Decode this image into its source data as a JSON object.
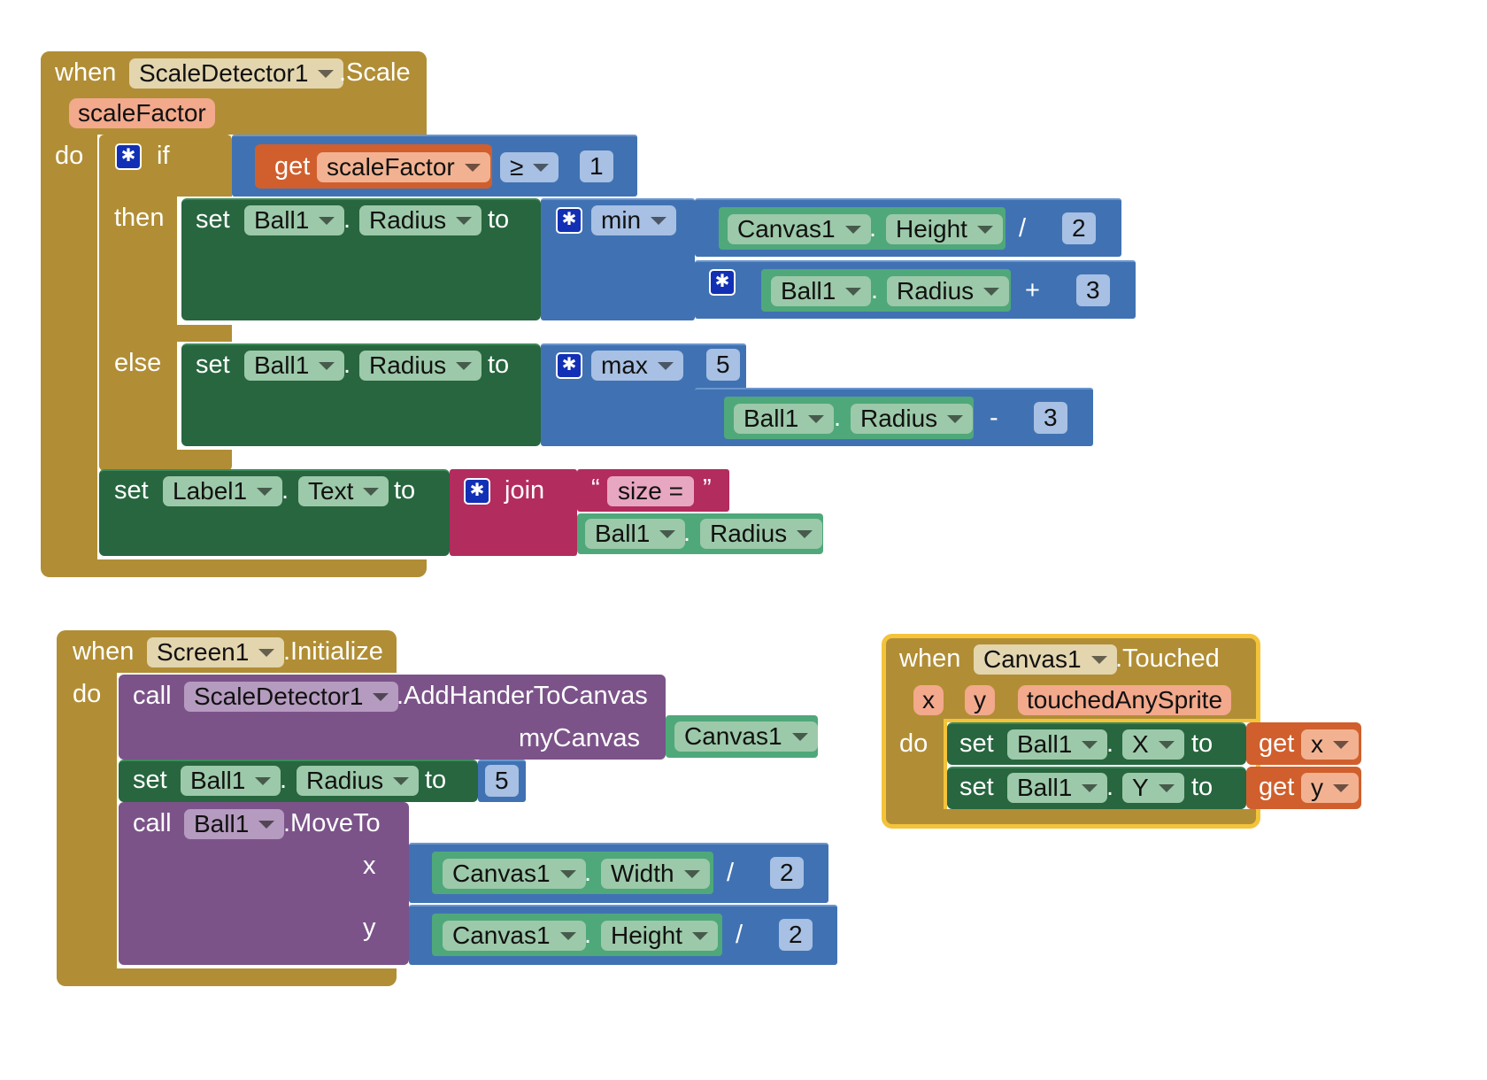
{
  "kw": {
    "when": "when",
    "do": "do",
    "if": "if",
    "then": "then",
    "else": "else",
    "set": "set",
    "to": "to",
    "get": "get",
    "call": "call",
    "min": "min",
    "max": "max",
    "join": "join",
    "dot": ".",
    "div": "/",
    "plus": "+",
    "minus": "-",
    "gte": "≥",
    "open_quote": "“",
    "close_quote": "”"
  },
  "scale_event": {
    "component": "ScaleDetector1",
    "event": ".Scale",
    "param": "scaleFactor",
    "cond": {
      "var": "scaleFactor",
      "value": "1"
    },
    "then": {
      "component": "Ball1",
      "prop": "Radius",
      "a": {
        "component": "Canvas1",
        "prop": "Height",
        "divisor": "2"
      },
      "b": {
        "component": "Ball1",
        "prop": "Radius",
        "addend": "3"
      }
    },
    "else": {
      "component": "Ball1",
      "prop": "Radius",
      "a": "5",
      "b": {
        "component": "Ball1",
        "prop": "Radius",
        "subtrahend": "3"
      }
    },
    "label_set": {
      "component": "Label1",
      "prop": "Text",
      "str": "size =",
      "b": {
        "component": "Ball1",
        "prop": "Radius"
      }
    }
  },
  "init_event": {
    "component": "Screen1",
    "event": ".Initialize",
    "call1": {
      "component": "ScaleDetector1",
      "method": ".AddHanderToCanvas",
      "arg_name": "myCanvas",
      "arg_value": "Canvas1"
    },
    "set": {
      "component": "Ball1",
      "prop": "Radius",
      "value": "5"
    },
    "call2": {
      "component": "Ball1",
      "method": ".MoveTo",
      "x_name": "x",
      "y_name": "y",
      "x": {
        "component": "Canvas1",
        "prop": "Width",
        "divisor": "2"
      },
      "y": {
        "component": "Canvas1",
        "prop": "Height",
        "divisor": "2"
      }
    }
  },
  "touch_event": {
    "component": "Canvas1",
    "event": ".Touched",
    "params": [
      "x",
      "y",
      "touchedAnySprite"
    ],
    "set1": {
      "component": "Ball1",
      "prop": "X",
      "var": "x"
    },
    "set2": {
      "component": "Ball1",
      "prop": "Y",
      "var": "y"
    }
  },
  "colors": {
    "event": "#B18E35",
    "component": "#27663F",
    "math": "#4072B3",
    "text": "#B32C5E",
    "procedure": "#7B5389",
    "variable": "#D05F2D",
    "highlight": "#F3C33A"
  }
}
